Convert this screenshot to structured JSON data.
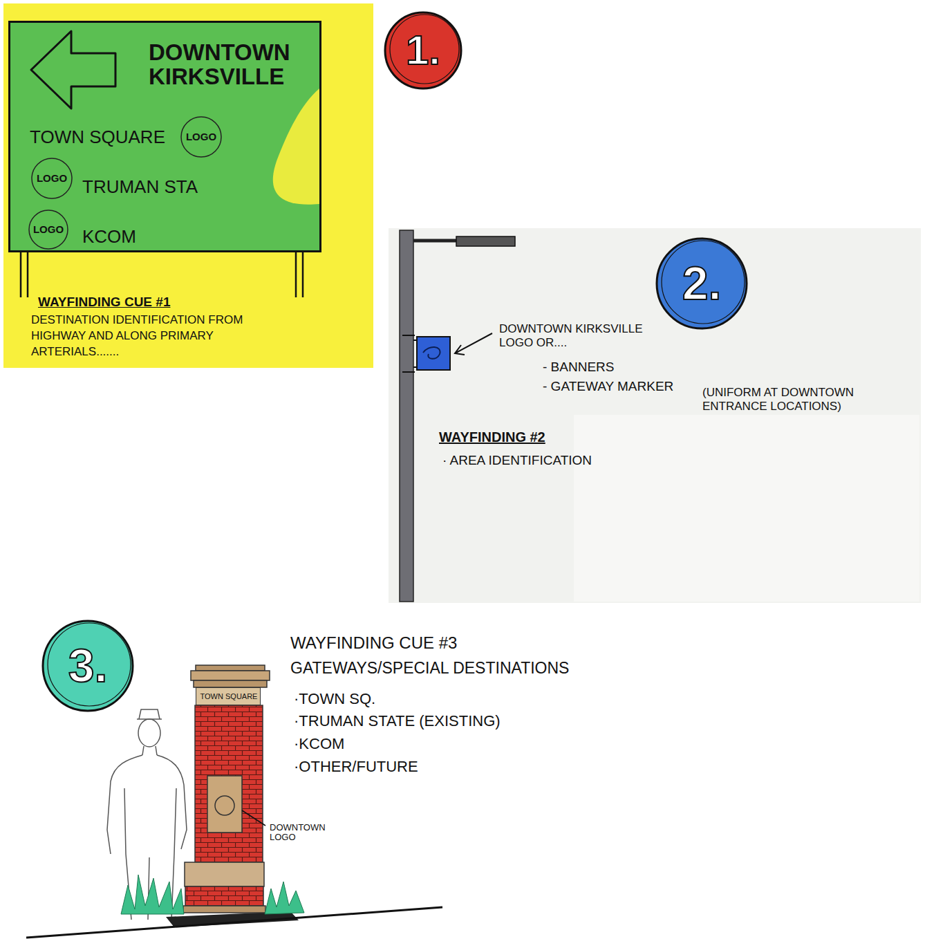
{
  "diagram": {
    "nodes": [
      {
        "text": [
          "DOWNTOWN KIRKSVILLE",
          "TOWN SQUARE",
          "TRUMAN STA",
          "KCOM"
        ]
      },
      {
        "text": [
          "LOGO"
        ],
        "in": 0
      },
      {
        "text": [
          "LOGO"
        ],
        "in": 0
      },
      {
        "text": [
          "LOGO"
        ],
        "in": 0
      },
      {
        "text": [
          "1."
        ]
      },
      {
        "text": [
          "2."
        ]
      },
      {
        "text": [
          "3."
        ]
      },
      {
        "text": [
          "TOWN SQUARE"
        ]
      }
    ],
    "labels": [
      "WAYFINDING CUE #1",
      "DESTINATION IDENTIFICATION FROM HIGHWAY AND ALONG PRIMARY ARTERIALS.......",
      "DOWNTOWN KIRKSVILLE LOGO OR....",
      "- BANNERS",
      "- GATEWAY MARKER",
      "(UNIFORM AT DOWNTOWN ENTRANCE LOCATIONS)",
      "WAYFINDING #2",
      "· AREA IDENTIFICATION",
      "WAYFINDING CUE #3",
      "GATEWAYS/SPECIAL DESTINATIONS",
      "·TOWN SQ.",
      "·TRUMAN STATE (EXISTING)",
      "·KCOM",
      "·OTHER/FUTURE",
      "DOWNTOWN LOGO"
    ]
  }
}
